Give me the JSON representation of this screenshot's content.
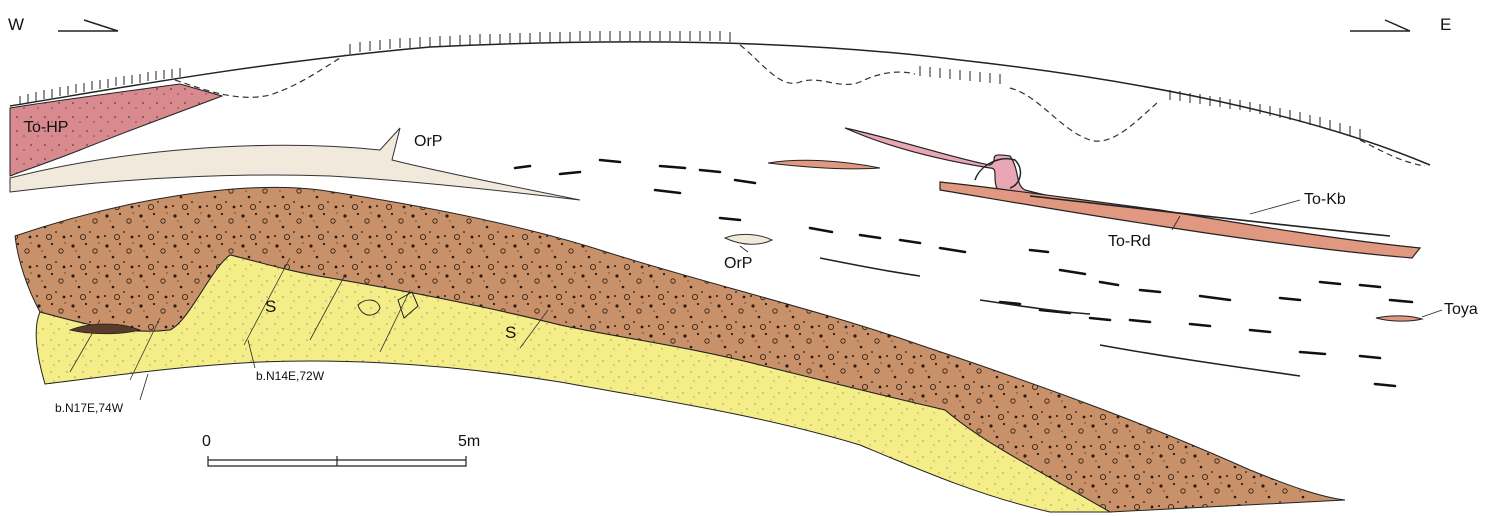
{
  "orientation": {
    "west": "W",
    "east": "E"
  },
  "labels": {
    "to_hp": "To-HP",
    "orp_upper": "OrP",
    "orp_lower": "OrP",
    "to_kb": "To-Kb",
    "to_rd": "To-Rd",
    "toya": "Toya",
    "sand_1": "S",
    "sand_2": "S",
    "bedding_1": "b.N14E,72W",
    "bedding_2": "b.N17E,74W"
  },
  "scale_bar": {
    "start": "0",
    "end": "5m"
  },
  "colors": {
    "gravel": "#c8916a",
    "sand": "#f5ee88",
    "to_hp": "#d98a8f",
    "pumice": "#f1e9dc",
    "to_rd": "#e09880",
    "to_kb": "#e9a6b4",
    "line": "#222222"
  }
}
